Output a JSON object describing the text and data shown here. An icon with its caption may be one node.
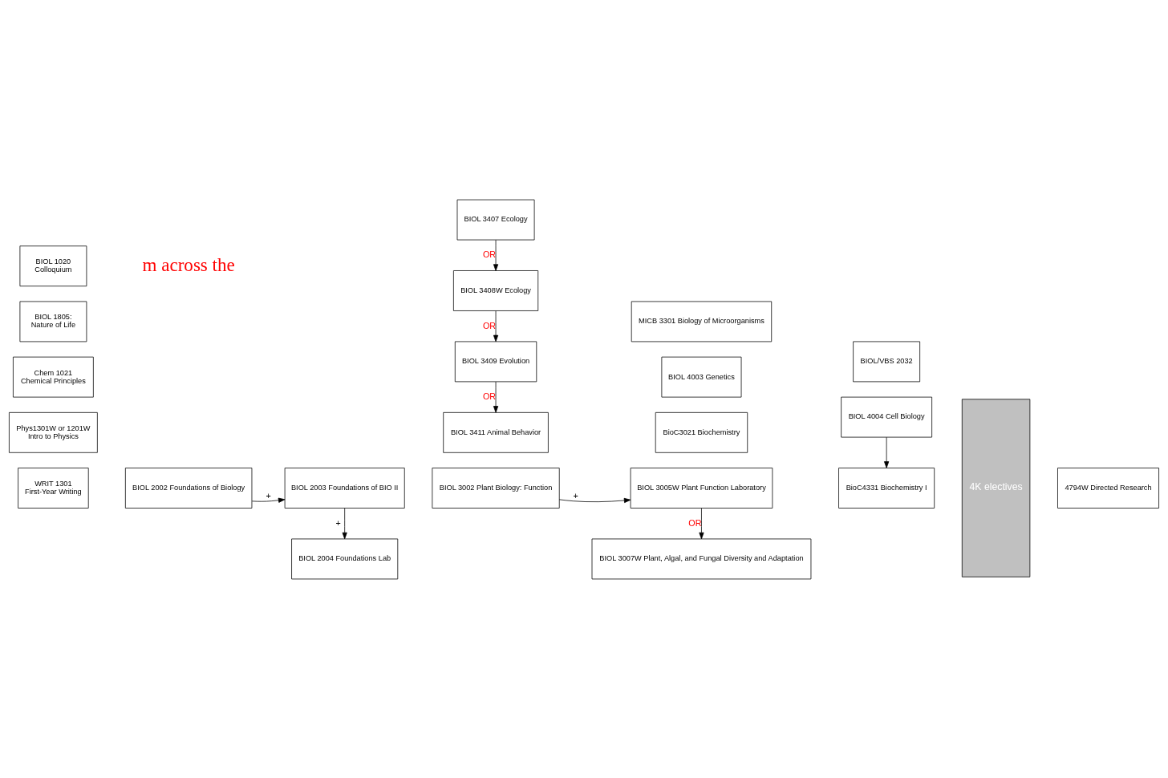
{
  "diagram": {
    "nodes": [
      {
        "text": [
          "WRIT 1301",
          "First-Year Writing"
        ]
      },
      {
        "text": [
          "Phys1301W or 1201W",
          "Intro to Physics"
        ]
      },
      {
        "text": [
          "Chem 1021",
          "Chemical Principles"
        ]
      },
      {
        "text": [
          "BIOL 1805:",
          "Nature of Life"
        ]
      },
      {
        "text": [
          "BIOL 1020",
          "Colloquium"
        ]
      },
      {
        "text": [
          "BIOL 2002 Foundations of Biology"
        ]
      },
      {
        "text": [
          "BIOL 2003 Foundations of BIO II"
        ]
      },
      {
        "text": [
          "BIOL 2004 Foundations Lab"
        ]
      },
      {
        "text": [
          "BIOL 3002 Plant Biology: Function"
        ]
      },
      {
        "text": [
          "BIOL 3005W Plant Function Laboratory"
        ]
      },
      {
        "text": [
          "BIOL 3007W Plant, Algal, and Fungal Diversity and Adaptation"
        ]
      },
      {
        "text": [
          "BIOL 3407 Ecology"
        ]
      },
      {
        "text": [
          "BIOL 3408W Ecology"
        ]
      },
      {
        "text": [
          "BIOL 3409 Evolution"
        ]
      },
      {
        "text": [
          "BIOL 3411 Animal Behavior"
        ]
      },
      {
        "text": [
          "BioC3021 Biochemistry"
        ]
      },
      {
        "text": [
          "BioC4331 Biochemistry I"
        ]
      },
      {
        "text": [
          "BIOL 4003 Genetics"
        ]
      },
      {
        "text": [
          "BIOL 4004 Cell Biology"
        ]
      },
      {
        "text": [
          "MICB 3301 Biology of Microorganisms"
        ]
      },
      {
        "text": [
          "BIOL/VBS 2032"
        ]
      },
      {
        "text": [
          "4K electives"
        ]
      },
      {
        "text": [
          "4794W Directed Research"
        ]
      }
    ],
    "edges": [
      {
        "from": 5,
        "to": 6,
        "arrow": "to",
        "label": "+"
      },
      {
        "from": 6,
        "to": 7,
        "arrow": "to",
        "label": "+"
      },
      {
        "from": 8,
        "to": 9,
        "arrow": "to",
        "label": "+"
      },
      {
        "from": 9,
        "to": 10,
        "arrow": "to",
        "label": "OR"
      },
      {
        "from": 11,
        "to": 12,
        "arrow": "to",
        "label": "OR"
      },
      {
        "from": 12,
        "to": 13,
        "arrow": "to",
        "label": "OR"
      },
      {
        "from": 13,
        "to": 14,
        "arrow": "to",
        "label": "OR"
      },
      {
        "from": 18,
        "to": 16,
        "arrow": "to"
      }
    ],
    "labels": [
      "m across the"
    ]
  }
}
